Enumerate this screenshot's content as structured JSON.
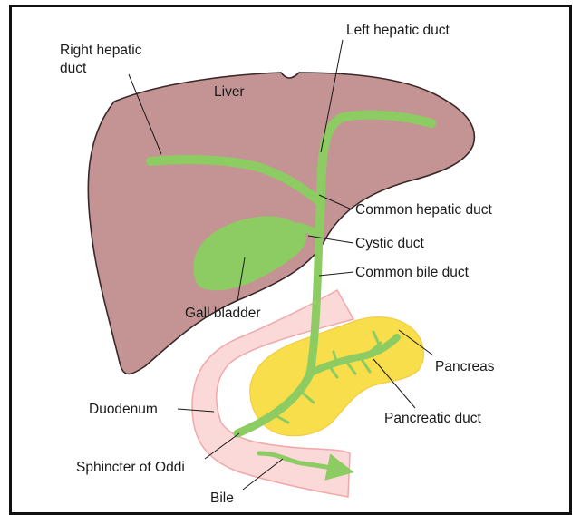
{
  "colors": {
    "liver": "#c49494",
    "liver_outline": "#3a2828",
    "ducts": "#8ccc62",
    "pancreas": "#f7de4a",
    "duodenum": "#fbd9d9",
    "duodenum_outline": "#f0a8a8",
    "frame": "#111111",
    "leader_lines": "#1a1a1a"
  },
  "labels": {
    "right_hepatic_duct_line1": "Right hepatic",
    "right_hepatic_duct_line2": "duct",
    "left_hepatic_duct": "Left hepatic duct",
    "liver": "Liver",
    "common_hepatic_duct": "Common hepatic duct",
    "cystic_duct": "Cystic duct",
    "common_bile_duct": "Common bile duct",
    "gall_bladder": "Gall bladder",
    "pancreas": "Pancreas",
    "duodenum": "Duodenum",
    "pancreatic_duct": "Pancreatic duct",
    "sphincter_of_oddi": "Sphincter of Oddi",
    "bile": "Bile"
  }
}
